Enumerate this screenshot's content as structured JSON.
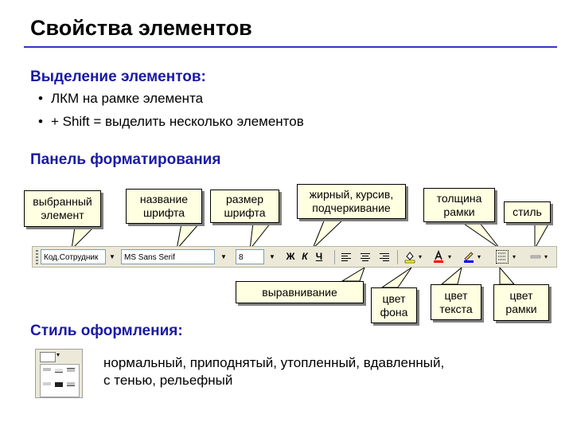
{
  "slide": {
    "title": "Свойства элементов",
    "selection": {
      "heading": "Выделение элементов:",
      "bullets": [
        "ЛКМ на рамке элемента",
        "+ Shift = выделить несколько элементов"
      ]
    },
    "formatting": {
      "heading": "Панель форматирования"
    },
    "styles": {
      "heading": "Стиль оформления:",
      "text_line1": "нормальный, приподнятый, утопленный, вдавленный,",
      "text_line2": "с тенью, рельефный"
    }
  },
  "callouts": {
    "selected_element": "выбранный элемент",
    "font_name": "название шрифта",
    "font_size": "размер шрифта",
    "bold_italic_underline": "жирный, курсив, подчеркивание",
    "border_width": "толщина рамки",
    "style": "стиль",
    "alignment": "выравнивание",
    "back_color": "цвет фона",
    "text_color": "цвет текста",
    "border_color": "цвет рамки"
  },
  "toolbar": {
    "object_combo": "Код.Сотрудник",
    "font_combo": "MS Sans Serif",
    "size_combo": "8",
    "bold_label": "Ж",
    "italic_label": "К",
    "underline_label": "Ч",
    "combo_arrow": "▼",
    "color_arrow": "▾",
    "fill_icon": "fill-bucket-icon",
    "font_color_icon": "font-color-icon",
    "line_color_icon": "line-color-icon",
    "colors": {
      "fill_swatch": "#ffff00",
      "font_swatch": "#ff0000",
      "line_swatch": "#0000ff",
      "heading": "#1a1aa6",
      "callout_bg": "#ffffe1"
    }
  }
}
